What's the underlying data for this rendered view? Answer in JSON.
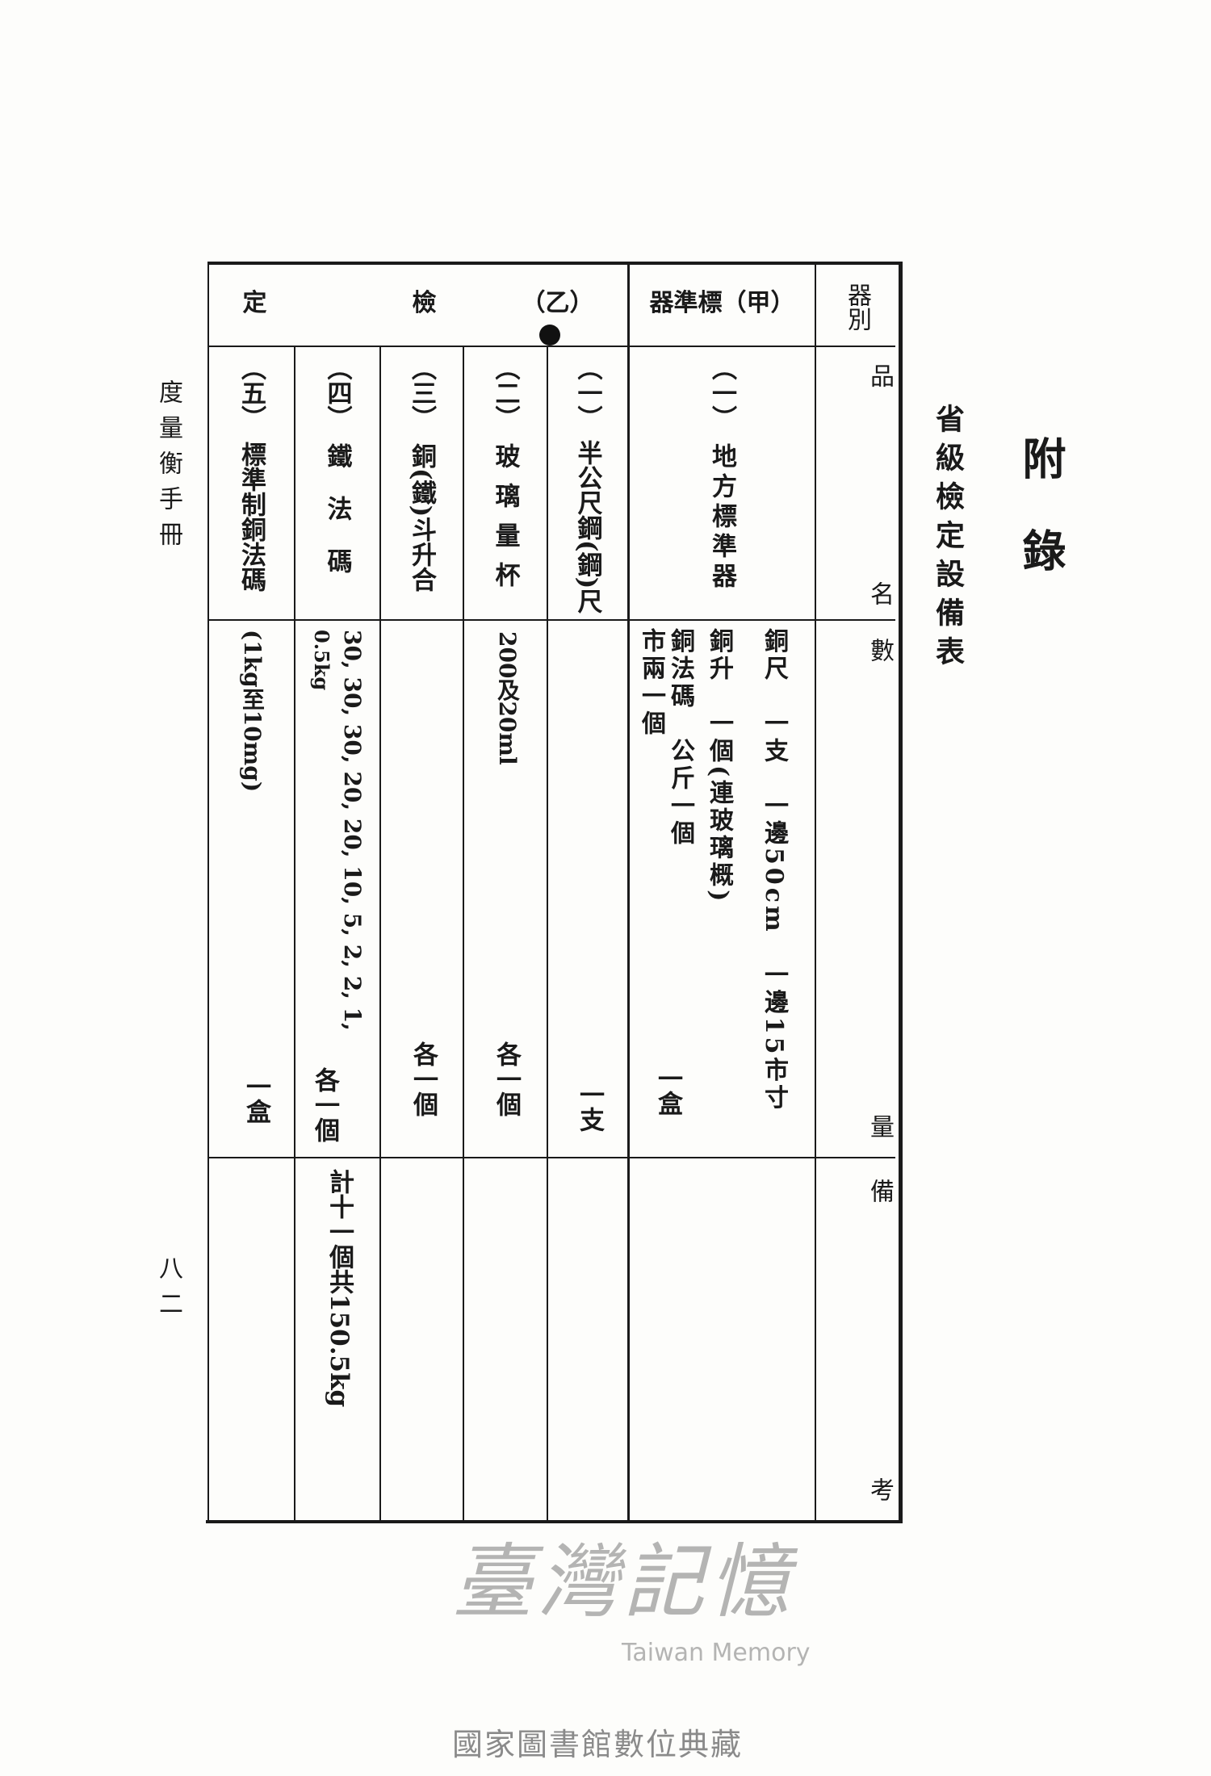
{
  "page_title": "附錄",
  "table_title": "省級檢定設備表",
  "running_header": "度量衡手冊",
  "page_number": "八二",
  "footer": "國家圖書館數位典藏",
  "watermark": {
    "cjk": "臺灣記憶",
    "latin": "Taiwan Memory"
  },
  "table": {
    "row_labels": {
      "category": "器別",
      "name": "品　名",
      "quantity": "數　量",
      "remarks": "備　考"
    },
    "groups": [
      {
        "label": "（甲）標準器"
      },
      {
        "label": "（乙）　　　　檢　　　　　　定"
      }
    ],
    "rows": [
      {
        "index": "（一）",
        "name": "地方標準器",
        "quantity_lines": [
          "銅尺　一支　一邊50cm　一邊15市寸",
          "銅升　一個(連玻璃概)",
          "銅法碼　公斤一個　市兩一個"
        ],
        "count": "一盒",
        "remarks": ""
      },
      {
        "index": "（一）",
        "name": "半公尺鋼(鋼)尺",
        "quantity_lines": [],
        "count": "一支",
        "remarks": ""
      },
      {
        "index": "（二）",
        "name": "玻璃量杯",
        "quantity_lines": [
          "200及20ml"
        ],
        "count": "各一個",
        "remarks": ""
      },
      {
        "index": "（三）",
        "name": "銅(鐵)斗升合",
        "quantity_lines": [],
        "count": "各一個",
        "remarks": ""
      },
      {
        "index": "（四）",
        "name": "鐵法碼",
        "quantity_lines": [
          "30, 30, 30, 20, 20, 10, 5, 2, 2, 1,",
          "0.5kg"
        ],
        "count": "各一個",
        "remarks": "計十一個共150.5kg"
      },
      {
        "index": "（五）",
        "name": "標準制銅法碼",
        "quantity_lines": [
          "(1kg至10mg)"
        ],
        "count": "一盒",
        "remarks": ""
      }
    ]
  }
}
